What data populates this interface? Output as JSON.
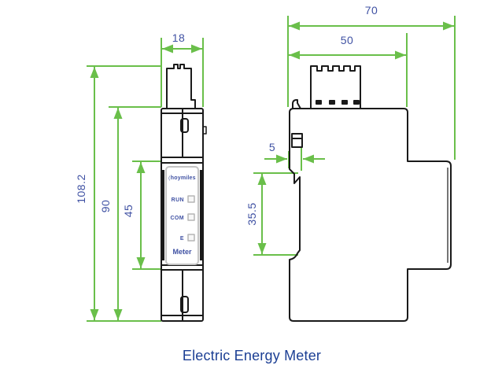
{
  "caption": "Electric Energy Meter",
  "front_view": {
    "dim_width": "18",
    "dim_total_height": "108.2",
    "dim_body_height": "90",
    "dim_panel_height": "45",
    "panel": {
      "logo_mark": "(",
      "brand": "hoymiles",
      "led_labels": [
        "RUN",
        "COM",
        "E"
      ],
      "label": "Meter"
    }
  },
  "side_view": {
    "dim_total_depth": "70",
    "dim_body_depth": "50",
    "dim_clip_depth": "5",
    "dim_rail_slot_height": "35.5"
  },
  "colors": {
    "dimension_green": "#6abf4a",
    "dimension_text_blue": "#3f51a3",
    "caption_blue": "#1c3f94",
    "outline_black": "#1a1a1a"
  }
}
